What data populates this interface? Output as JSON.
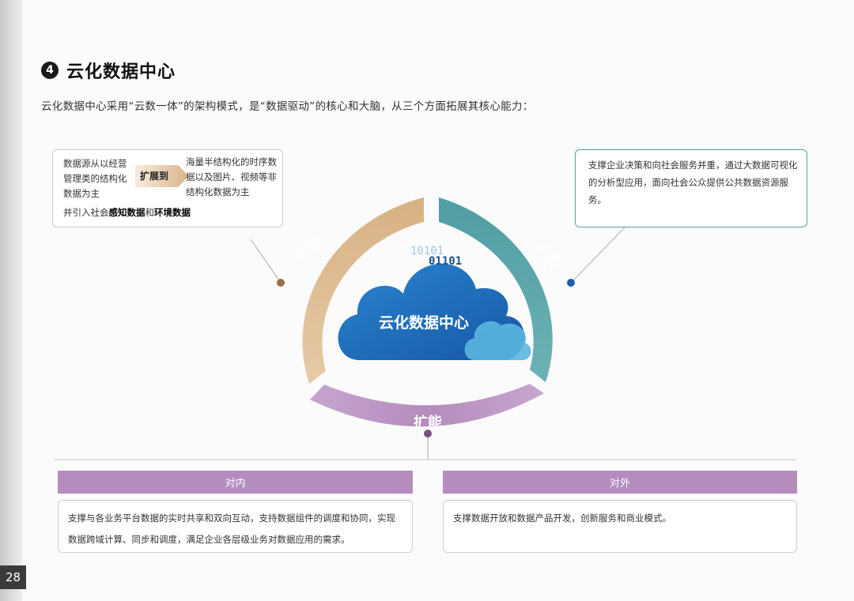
{
  "section": {
    "number": "4",
    "title": "云化数据中心",
    "intro": "云化数据中心采用“云数一体”的架构模式，是“数据驱动”的核心和大脑，从三个方面拓展其核心能力："
  },
  "expand_source_box": {
    "source_text": "数据源从以经营管理类的结构化数据为主",
    "arrow_label": "扩展到",
    "target_text": "海量半结构化的时序数据以及图片、视频等非结构化数据为主",
    "last_line_prefix": "并引入社会",
    "highlight1": "感知数据",
    "connector": "和",
    "highlight2": "环境数据"
  },
  "expand_face_box": {
    "text": "支撑企业决策和向社会服务并重，通过大数据可视化的分析型应用，面向社会公众提供公共数据资源服务。"
  },
  "diagram": {
    "left_arc_label": "扩源",
    "right_arc_label": "扩面",
    "bottom_arc_label": "扩能",
    "cloud_label": "云化数据中心",
    "binary_top": "10101",
    "binary_bottom": "01101",
    "colors": {
      "left_arc": "#d2ab7f",
      "right_arc": "#4f9ea2",
      "bottom_arc": "#b48cbd",
      "cloud": "#1e6fbc",
      "cloud_light": "#5ab6e0"
    }
  },
  "inner": {
    "header": "对内",
    "text": "支撑与各业务平台数据的实时共享和双向互动，支持数据组件的调度和协同，实现数据跨域计算、同步和调度，满足企业各层级业务对数据应用的需求。"
  },
  "outer": {
    "header": "对外",
    "text": "支撑数据开放和数据产品开发，创新服务和商业模式。"
  },
  "page_number": "28"
}
